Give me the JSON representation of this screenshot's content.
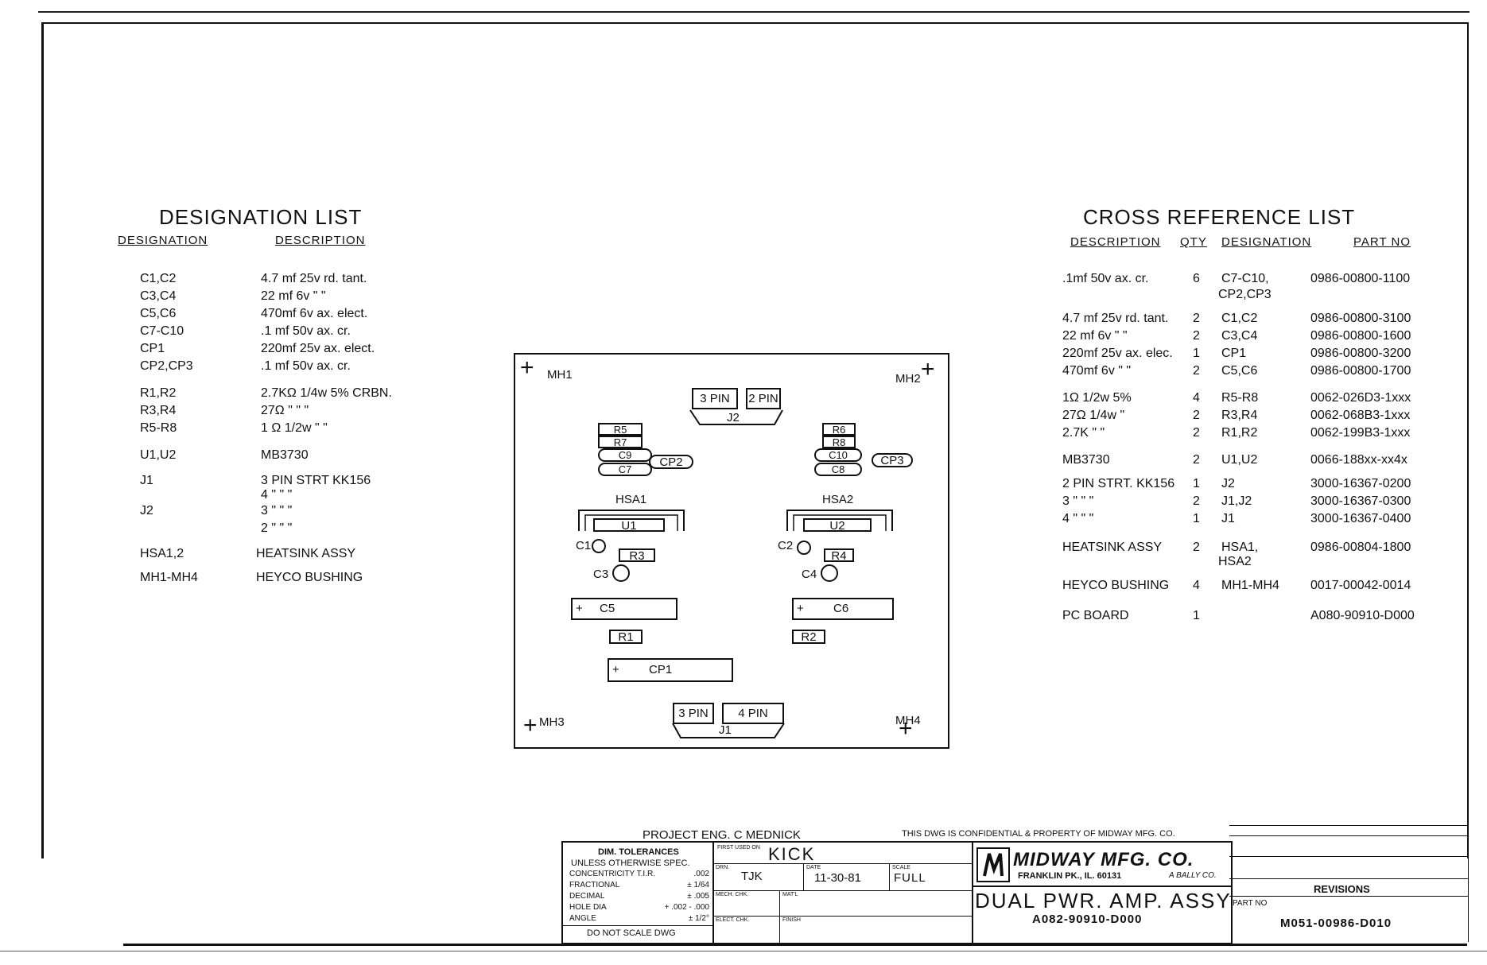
{
  "designation_list": {
    "title": "DESIGNATION LIST",
    "col_designation": "DESIGNATION",
    "col_description": "DESCRIPTION",
    "rows": [
      {
        "d": "C1,C2",
        "v": "4.7 mf  25v  rd. tant."
      },
      {
        "d": "C3,C4",
        "v": "22 mf   6v   \"   \""
      },
      {
        "d": "C5,C6",
        "v": "470mf   6v  ax. elect."
      },
      {
        "d": "C7-C10",
        "v": ".1 mf  50v  ax. cr."
      },
      {
        "d": "CP1",
        "v": "220mf  25v  ax. elect."
      },
      {
        "d": "CP2,CP3",
        "v": ".1 mf  50v  ax. cr."
      },
      {
        "d": "R1,R2",
        "v": "2.7KΩ  1/4w  5%  CRBN."
      },
      {
        "d": "R3,R4",
        "v": "27Ω    \"    \"    \""
      },
      {
        "d": "R5-R8",
        "v": "1 Ω   1/2w  \"    \""
      },
      {
        "d": "U1,U2",
        "v": "MB3730"
      },
      {
        "d": "J1",
        "v": "3 PIN  STRT  KK156"
      },
      {
        "d": "",
        "v": "4    \"    \"    \""
      },
      {
        "d": "J2",
        "v": "3    \"    \"    \""
      },
      {
        "d": "",
        "v": "2    \"    \"    \""
      },
      {
        "d": "HSA1,2",
        "v": "HEATSINK  ASSY"
      },
      {
        "d": "MH1-MH4",
        "v": "HEYCO  BUSHING"
      }
    ]
  },
  "cross_reference": {
    "title": "CROSS REFERENCE LIST",
    "col_description": "DESCRIPTION",
    "col_qty": "QTY",
    "col_designation": "DESIGNATION",
    "col_part": "PART NO",
    "rows": [
      {
        "desc": ".1mf 50v ax. cr.",
        "qty": "6",
        "des": "C7-C10,",
        "part": "0986-00800-1100"
      },
      {
        "desc": "",
        "qty": "",
        "des": "CP2,CP3",
        "part": ""
      },
      {
        "desc": "4.7 mf 25v rd. tant.",
        "qty": "2",
        "des": "C1,C2",
        "part": "0986-00800-3100"
      },
      {
        "desc": "22 mf  6v   \"   \"",
        "qty": "2",
        "des": "C3,C4",
        "part": "0986-00800-1600"
      },
      {
        "desc": "220mf 25v ax. elec.",
        "qty": "1",
        "des": "CP1",
        "part": "0986-00800-3200"
      },
      {
        "desc": "470mf  6v   \"   \"",
        "qty": "2",
        "des": "C5,C6",
        "part": "0986-00800-1700"
      },
      {
        "desc": "1Ω 1/2w 5%",
        "qty": "4",
        "des": "R5-R8",
        "part": "0062-026D3-1xxx"
      },
      {
        "desc": "27Ω 1/4w  \"",
        "qty": "2",
        "des": "R3,R4",
        "part": "0062-068B3-1xxx"
      },
      {
        "desc": "2.7K   \"   \"",
        "qty": "2",
        "des": "R1,R2",
        "part": "0062-199B3-1xxx"
      },
      {
        "desc": "MB3730",
        "qty": "2",
        "des": "U1,U2",
        "part": "0066-188xx-xx4x"
      },
      {
        "desc": "2 PIN STRT. KK156",
        "qty": "1",
        "des": "J2",
        "part": "3000-16367-0200"
      },
      {
        "desc": "3   \"   \"   \"",
        "qty": "2",
        "des": "J1,J2",
        "part": "3000-16367-0300"
      },
      {
        "desc": "4   \"   \"   \"",
        "qty": "1",
        "des": "J1",
        "part": "3000-16367-0400"
      },
      {
        "desc": "HEATSINK ASSY",
        "qty": "2",
        "des": "HSA1,",
        "part": "0986-00804-1800"
      },
      {
        "desc": "",
        "qty": "",
        "des": "HSA2",
        "part": ""
      },
      {
        "desc": "HEYCO BUSHING",
        "qty": "4",
        "des": "MH1-MH4",
        "part": "0017-00042-0014"
      },
      {
        "desc": "PC BOARD",
        "qty": "1",
        "des": "",
        "part": "A080-90910-D000"
      }
    ]
  },
  "board": {
    "mh1": "MH1",
    "mh2": "MH2",
    "mh3": "MH3",
    "mh4": "MH4",
    "j2_3pin": "3 PIN",
    "j2_2pin": "2 PIN",
    "j2": "J2",
    "j1_3pin": "3 PIN",
    "j1_4pin": "4 PIN",
    "j1": "J1",
    "r5": "R5",
    "r7": "R7",
    "c9": "C9",
    "c7": "C7",
    "cp2": "CP2",
    "r6": "R6",
    "r8": "R8",
    "c10": "C10",
    "c8": "C8",
    "cp3": "CP3",
    "hsa1": "HSA1",
    "u1": "U1",
    "hsa2": "HSA2",
    "u2": "U2",
    "c1": "C1",
    "r3": "R3",
    "c3": "C3",
    "c2": "C2",
    "r4": "R4",
    "c4": "C4",
    "c5": "C5",
    "c6": "C6",
    "r1": "R1",
    "r2": "R2",
    "cp1": "CP1",
    "plus": "+"
  },
  "title_block": {
    "project_eng": "PROJECT ENG. C MEDNICK",
    "confidential": "THIS DWG IS CONFIDENTIAL & PROPERTY OF MIDWAY MFG. CO.",
    "tol_title": "DIM. TOLERANCES",
    "tol_sub": "UNLESS OTHERWISE SPEC.",
    "tol_rows": [
      {
        "k": "CONCENTRICITY T.I.R.",
        "v": ".002"
      },
      {
        "k": "FRACTIONAL",
        "v": "± 1/64"
      },
      {
        "k": "DECIMAL",
        "v": "± .005"
      },
      {
        "k": "HOLE DIA",
        "v": "+ .002 - .000"
      },
      {
        "k": "ANGLE",
        "v": "± 1/2°"
      }
    ],
    "no_scale": "DO NOT SCALE DWG",
    "first_used_label": "FIRST USED ON",
    "first_used": "KICK",
    "drn_label": "DRN.",
    "drn": "TJK",
    "date_label": "DATE",
    "date": "11-30-81",
    "scale_label": "SCALE",
    "scale": "FULL",
    "mech_label": "MECH. CHK.",
    "mat_label": "MAT'L",
    "elect_label": "ELECT. CHK.",
    "finish_label": "FINISH",
    "company": "MIDWAY MFG. CO.",
    "address": "FRANKLIN PK., IL. 60131",
    "bally": "A BALLY CO.",
    "drawing_title": "DUAL  PWR. AMP. ASSY",
    "drawing_no": "A082-90910-D000",
    "revisions": "REVISIONS",
    "part_no_label": "PART NO",
    "part_no": "M051-00986-D010"
  }
}
